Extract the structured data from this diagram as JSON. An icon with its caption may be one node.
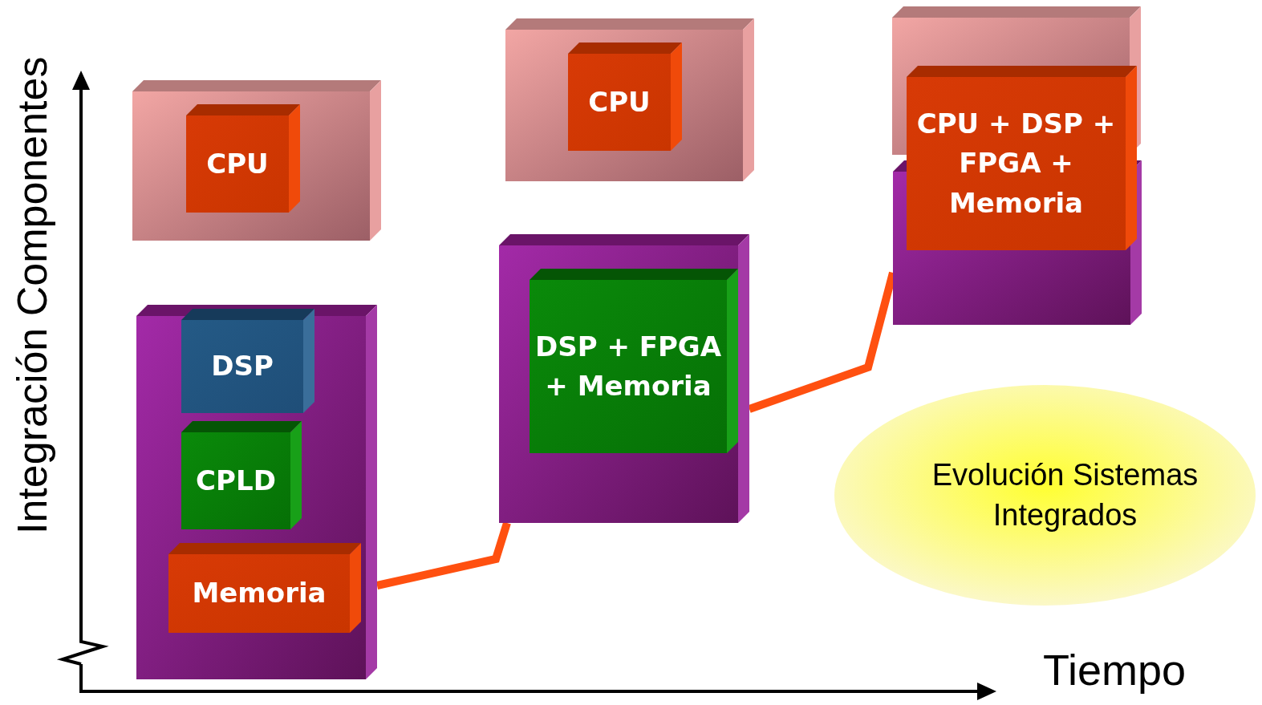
{
  "diagram": {
    "nodes": [
      {
        "text": [],
        "shape": "box"
      },
      {
        "text": [
          "CPU"
        ],
        "in": 0
      },
      {
        "text": [],
        "shape": "box"
      },
      {
        "text": [
          "DSP"
        ],
        "in": 2
      },
      {
        "text": [
          "CPLD"
        ],
        "in": 2
      },
      {
        "text": [
          "Memoria"
        ],
        "in": 2
      },
      {
        "text": [],
        "shape": "box"
      },
      {
        "text": [
          "CPU"
        ],
        "in": 6
      },
      {
        "text": [],
        "shape": "box"
      },
      {
        "text": [
          "DSP + FPGA + Memoria"
        ],
        "in": 8
      },
      {
        "text": [],
        "shape": "box"
      },
      {
        "text": [],
        "shape": "box"
      },
      {
        "text": [
          "CPU + DSP + FPGA + Memoria"
        ]
      },
      {
        "text": [
          "Evolución Sistemas Integrados"
        ]
      }
    ],
    "edges": [
      {
        "from": 2,
        "to": 8,
        "arrow": "none"
      },
      {
        "from": 8,
        "to": 11,
        "arrow": "none"
      }
    ],
    "labels": [
      "Integración Componentes",
      "Tiempo"
    ]
  }
}
